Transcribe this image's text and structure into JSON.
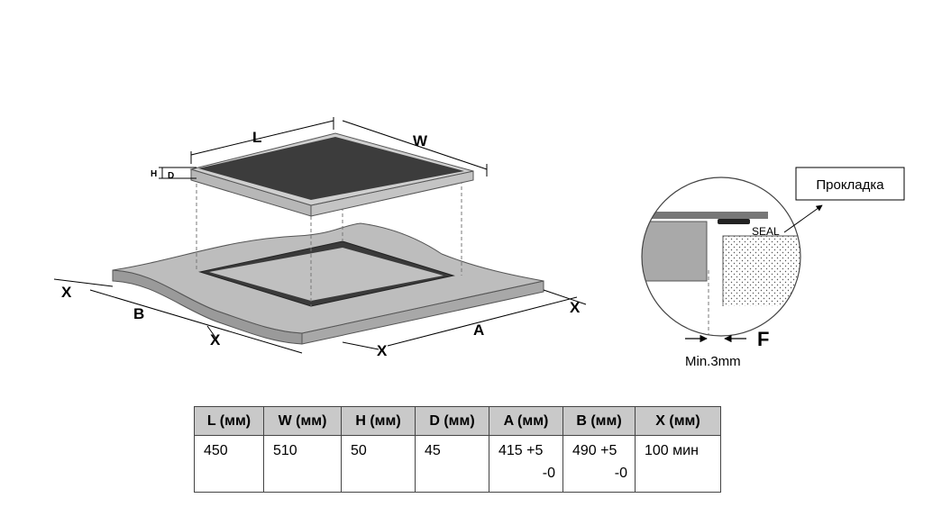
{
  "diagram": {
    "labels": {
      "L": "L",
      "W": "W",
      "H": "H",
      "D": "D",
      "A": "A",
      "B": "B",
      "X": "X",
      "F": "F",
      "seal": "SEAL",
      "min_gap": "Min.3mm",
      "gasket": "Прокладка"
    }
  },
  "table": {
    "headers": [
      "L (мм)",
      "W (мм)",
      "H (мм)",
      "D (мм)",
      "A (мм)",
      "B (мм)",
      "X (мм)"
    ],
    "rows": [
      [
        {
          "main": "450",
          "sub": ""
        },
        {
          "main": "510",
          "sub": ""
        },
        {
          "main": "50",
          "sub": ""
        },
        {
          "main": "45",
          "sub": ""
        },
        {
          "main": "415 +5",
          "sub": "-0"
        },
        {
          "main": "490 +5",
          "sub": "-0"
        },
        {
          "main": "100 мин",
          "sub": ""
        }
      ]
    ]
  }
}
